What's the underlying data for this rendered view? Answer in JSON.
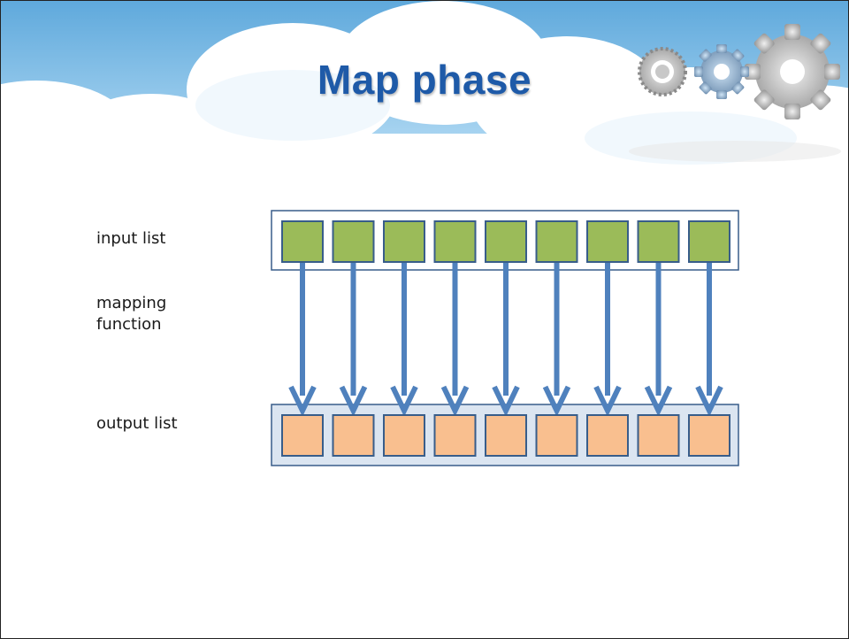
{
  "slide": {
    "title": "Map phase"
  },
  "labels": {
    "input": "input list",
    "mapping": "mapping\nfunction",
    "output": "output list"
  },
  "diagram": {
    "item_count": 9,
    "colors": {
      "input_fill": "#9bbb59",
      "output_fill": "#f9bf8f",
      "container_fill": "#dbe5f1",
      "stroke": "#385d8a",
      "arrow": "#4f81bd"
    }
  },
  "decoration": {
    "header": "cloud-background",
    "icon": "gear-cluster-icon"
  }
}
